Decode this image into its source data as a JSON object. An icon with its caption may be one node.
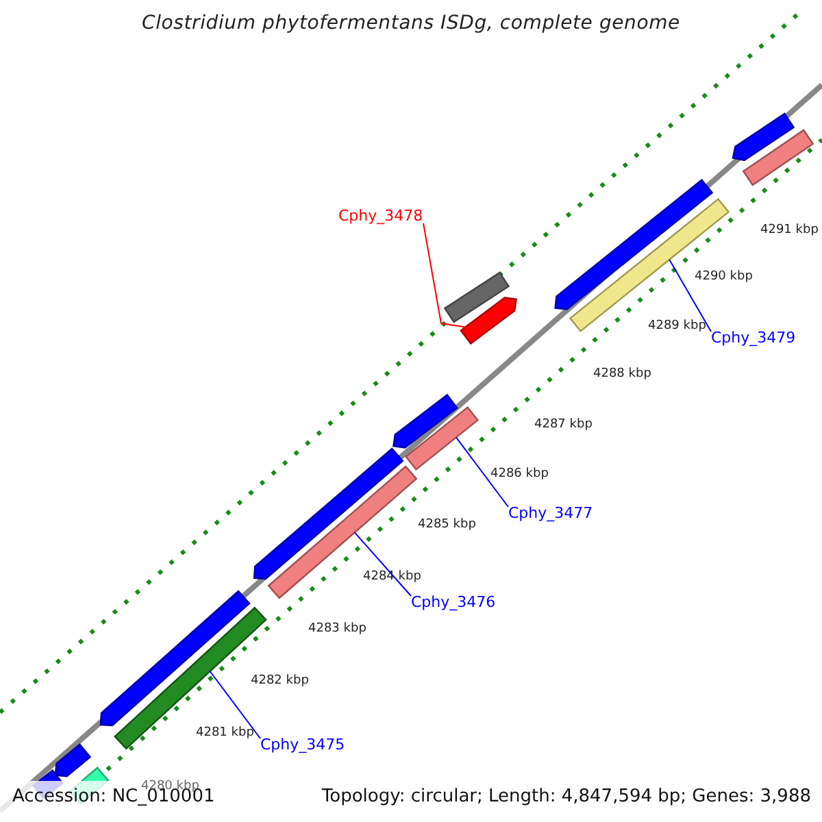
{
  "diagram": {
    "title": "Clostridium phytofermentans ISDg, complete genome",
    "nodes": [
      {
        "text": [],
        "shape": "arrow"
      },
      {
        "text": [],
        "shape": "bar"
      },
      {
        "text": [
          "Cphy_3478"
        ]
      },
      {
        "text": [],
        "shape": "bar"
      },
      {
        "text": [],
        "shape": "arrow"
      },
      {
        "text": [],
        "shape": "arrow"
      },
      {
        "text": [],
        "shape": "bar"
      },
      {
        "text": [
          "Cphy_3479"
        ]
      },
      {
        "text": [],
        "shape": "arrow"
      },
      {
        "text": [],
        "shape": "bar"
      },
      {
        "text": [
          "Cphy_3477"
        ]
      },
      {
        "text": [],
        "shape": "arrow"
      },
      {
        "text": [],
        "shape": "bar"
      },
      {
        "text": [
          "Cphy_3476"
        ]
      },
      {
        "text": [],
        "shape": "arrow"
      },
      {
        "text": [],
        "shape": "bar"
      },
      {
        "text": [
          "Cphy_3475"
        ]
      },
      {
        "text": [],
        "shape": "arrow"
      },
      {
        "text": [],
        "shape": "bar"
      },
      {
        "text": [],
        "shape": "bar"
      }
    ],
    "edges": [
      {
        "from": 2,
        "to": 4,
        "arrow": "none",
        "color": "#ff0000"
      },
      {
        "from": 7,
        "to": 6,
        "arrow": "none"
      },
      {
        "from": 10,
        "to": 9,
        "arrow": "none"
      },
      {
        "from": 13,
        "to": 12,
        "arrow": "none"
      },
      {
        "from": 16,
        "to": 15,
        "arrow": "none"
      }
    ],
    "labels": [
      "4291 kbp",
      "4290 kbp",
      "4289 kbp",
      "4288 kbp",
      "4287 kbp",
      "4286 kbp",
      "4285 kbp",
      "4284 kbp",
      "4283 kbp",
      "4282 kbp",
      "4281 kbp",
      "4280 kbp",
      "Accession: NC_010001",
      "Topology: circular; Length: 4,847,594 bp; Genes: 3,988"
    ]
  }
}
